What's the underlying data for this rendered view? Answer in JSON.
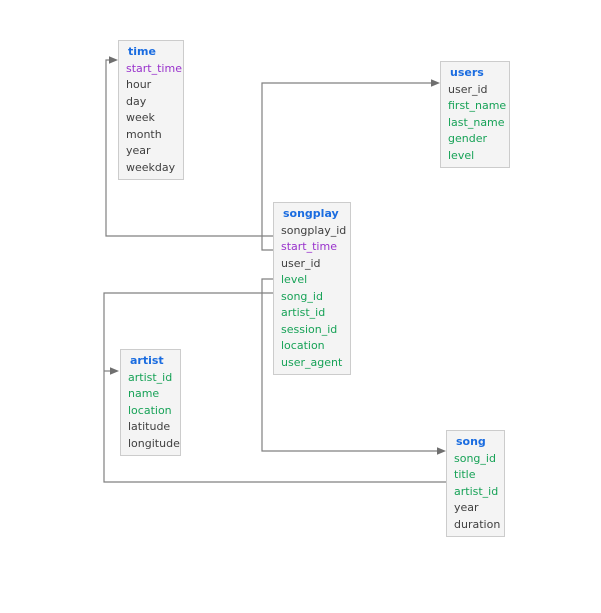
{
  "diagram": {
    "type": "entity-relationship-schema",
    "colors": {
      "table_header": "#1a6ce0",
      "primary_key_field": "#9932cc",
      "highlight_field": "#17a257",
      "plain_field": "#3f3f3f",
      "table_background": "#f4f4f4",
      "table_border": "#cccccc",
      "connector_line": "#808080",
      "canvas_background": "#ffffff"
    },
    "tables": [
      {
        "name": "time",
        "fields": [
          {
            "label": "start_time",
            "type": "key"
          },
          {
            "label": "hour",
            "type": "plain"
          },
          {
            "label": "day",
            "type": "plain"
          },
          {
            "label": "week",
            "type": "plain"
          },
          {
            "label": "month",
            "type": "plain"
          },
          {
            "label": "year",
            "type": "plain"
          },
          {
            "label": "weekday",
            "type": "plain"
          }
        ]
      },
      {
        "name": "users",
        "fields": [
          {
            "label": "user_id",
            "type": "plain"
          },
          {
            "label": "first_name",
            "type": "fk"
          },
          {
            "label": "last_name",
            "type": "fk"
          },
          {
            "label": "gender",
            "type": "fk"
          },
          {
            "label": "level",
            "type": "fk"
          }
        ]
      },
      {
        "name": "songplay",
        "fields": [
          {
            "label": "songplay_id",
            "type": "plain"
          },
          {
            "label": "start_time",
            "type": "key"
          },
          {
            "label": "user_id",
            "type": "plain"
          },
          {
            "label": "level",
            "type": "fk"
          },
          {
            "label": "song_id",
            "type": "fk"
          },
          {
            "label": "artist_id",
            "type": "fk"
          },
          {
            "label": "session_id",
            "type": "fk"
          },
          {
            "label": "location",
            "type": "fk"
          },
          {
            "label": "user_agent",
            "type": "fk"
          }
        ]
      },
      {
        "name": "artist",
        "fields": [
          {
            "label": "artist_id",
            "type": "fk"
          },
          {
            "label": "name",
            "type": "fk"
          },
          {
            "label": "location",
            "type": "fk"
          },
          {
            "label": "latitude",
            "type": "plain"
          },
          {
            "label": "longitude",
            "type": "plain"
          }
        ]
      },
      {
        "name": "song",
        "fields": [
          {
            "label": "song_id",
            "type": "fk"
          },
          {
            "label": "title",
            "type": "fk"
          },
          {
            "label": "artist_id",
            "type": "fk"
          },
          {
            "label": "year",
            "type": "plain"
          },
          {
            "label": "duration",
            "type": "plain"
          }
        ]
      }
    ],
    "relationships": [
      {
        "from": "songplay.start_time",
        "to": "time.start_time"
      },
      {
        "from": "songplay.user_id",
        "to": "users.user_id"
      },
      {
        "from": "songplay.song_id",
        "to": "song.song_id"
      },
      {
        "from": "songplay.artist_id",
        "to": "artist.artist_id"
      },
      {
        "from": "song.artist_id",
        "to": "artist.artist_id"
      }
    ]
  }
}
